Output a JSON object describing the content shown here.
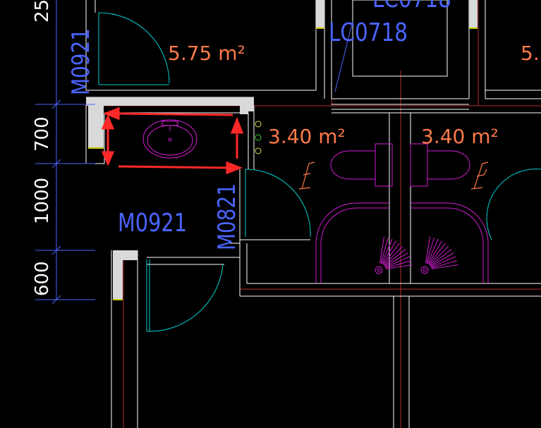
{
  "drawing": {
    "area_labels": {
      "room_top": "5.75 m²",
      "room_top_right_partial": "5.",
      "toilet_left": "3.40 m²",
      "toilet_right": "3.40 m²"
    },
    "door_labels": {
      "m0921_top": "M0921",
      "m0921_mid": "M0921",
      "m0821": "M0821"
    },
    "window_labels": {
      "lc0718": "LC0718",
      "lc0718_partial": "LC0718"
    },
    "dimensions": {
      "d25": "25",
      "d700": "700",
      "d1000": "1000",
      "d600": "600"
    },
    "colors": {
      "background": "#000000",
      "wall_line": "#ffffff",
      "wall_fill": "#d9d9d9",
      "door_swing": "#00d0d0",
      "door_frame": "#c8c800",
      "text_blue": "#4a64ff",
      "text_orange": "#ff7a4a",
      "fixture_magenta": "#d21ed2",
      "arrow_red": "#ff2828",
      "grid_red": "#b03030",
      "status_green": "#37d937",
      "status_yellow": "#e0e040"
    }
  }
}
